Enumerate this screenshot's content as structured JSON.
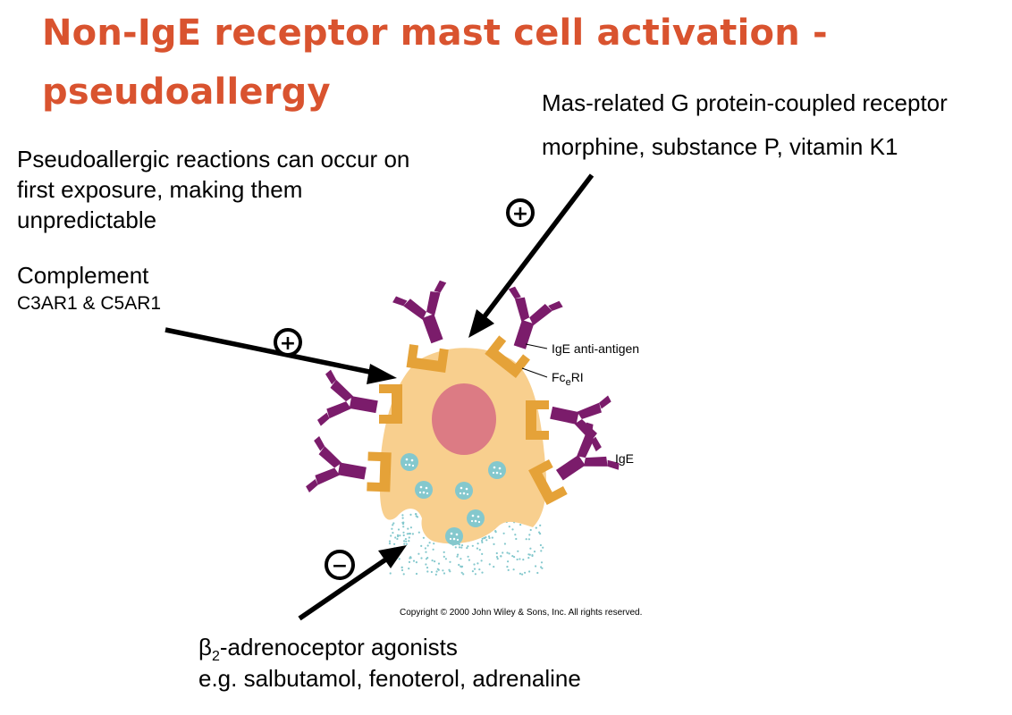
{
  "title": {
    "line1": "Non-IgE receptor mast cell activation -",
    "line2": "pseudoallergy"
  },
  "mrgpr": {
    "line1": "Mas-related G protein-coupled receptor",
    "line2": "morphine, substance P, vitamin K1"
  },
  "pseudo_note": {
    "line1": "Pseudoallergic reactions can occur on",
    "line2": "first exposure, making them",
    "line3": "unpredictable"
  },
  "complement": {
    "label": "Complement",
    "receptors": "C3AR1 & C5AR1"
  },
  "beta2": {
    "beta": "β",
    "sub": "2",
    "label": "-adrenoceptor agonists",
    "examples": "e.g. salbutamol, fenoterol, adrenaline"
  },
  "signs": {
    "plus": "+",
    "minus": "−"
  },
  "cell_labels": {
    "ige_anti_antigen": "IgE anti-antigen",
    "fc": "Fc",
    "fc_sub": "e",
    "fc_rest": "RI",
    "ige": "IgE"
  },
  "copyright": "Copyright © 2000 John Wiley & Sons, Inc.  All rights reserved.",
  "colors": {
    "title": "#d9532f",
    "cell": "#f8cf8e",
    "nucleus": "#dc7b84",
    "receptor": "#e5a238",
    "antibody": "#7b1c6b",
    "granule": "#84c8cd"
  }
}
